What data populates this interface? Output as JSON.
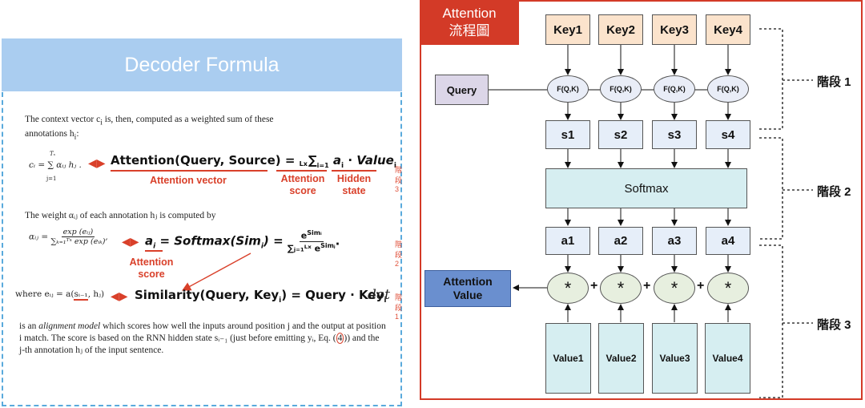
{
  "left": {
    "header_title": "Decoder Formula",
    "para1_line1": "The context vector c",
    "para1_line1_sub": "i",
    "para1_line1_rest": " is, then, computed as a weighted sum of these",
    "para1_line2": "annotations h",
    "para1_line2_sub": "i",
    "para1_line2_end": ":",
    "eq1_lhs": "cᵢ = ∑ αᵢⱼ hⱼ .",
    "eq1_sum_top": "Tₓ",
    "eq1_sum_bot": "j=1",
    "eq1_big": "Attention(Query, Source) = ",
    "eq1_big_sum": "∑",
    "eq1_big_sum_top": "Lx",
    "eq1_big_sum_bot": "i=1",
    "eq1_big_ai": " a",
    "eq1_big_ai_sub": "i",
    "eq1_big_dot": " · ",
    "eq1_big_value": "Value",
    "eq1_big_value_sub": "i",
    "label_attention_vector": "Attention vector",
    "label_attention_score_1a": "Attention",
    "label_attention_score_1b": "score",
    "label_hidden_a": "Hidden",
    "label_hidden_b": "state",
    "stage3_tag": "階段 3",
    "para2": "The weight αᵢⱼ of each annotation hⱼ is computed by",
    "eq2_lhs": "αᵢⱼ =",
    "eq2_num": "exp (eᵢⱼ)",
    "eq2_den": "∑ₖ₌₁ᵀˣ exp (eᵢₖ)",
    "eq2_comma": ",",
    "eq2_big": "a",
    "eq2_big_sub": "i",
    "eq2_big_mid": " = Softmax(Sim",
    "eq2_big_mid_sub": "i",
    "eq2_big_close": ") = ",
    "eq2_big_num": "e",
    "eq2_big_num_sup": "Simᵢ",
    "eq2_big_den": "∑ⱼ₌₁ᴸˣ e",
    "eq2_big_den_sup": "Simⱼ",
    "eq2_period": ".",
    "label_attention_score_2a": "Attention",
    "label_attention_score_2b": "score",
    "stage2_tag": "階段 2",
    "eq3_where": "where eᵢⱼ = a(",
    "eq3_s": "sᵢ₋₁",
    "eq3_h": ", hⱼ)",
    "eq3_big": "Similarity(Query, Key",
    "eq3_big_sub": "i",
    "eq3_big_mid": ") = Query · Key",
    "eq3_big_end_sub": "i",
    "eq3_dot": "dot",
    "stage1_tag": "階段 1",
    "para3_l1a": "is an ",
    "para3_l1_em": "alignment model",
    "para3_l1b": " which scores how well the inputs around position j and the output at position",
    "para3_l2": "i match. The score is based on the RNN hidden state sᵢ₋₁ (just before emitting yᵢ, Eq. (",
    "para3_l2_ref": "4",
    "para3_l2_end": ")) and the",
    "para3_l3": "j-th annotation hⱼ of the input sentence."
  },
  "right": {
    "title_line1": "Attention",
    "title_line2": "流程圖",
    "keys": [
      "Key1",
      "Key2",
      "Key3",
      "Key4"
    ],
    "f_nodes": [
      "F(Q,K)",
      "F(Q,K)",
      "F(Q,K)",
      "F(Q,K)"
    ],
    "query": "Query",
    "s_nodes": [
      "s1",
      "s2",
      "s3",
      "s4"
    ],
    "softmax": "Softmax",
    "a_nodes": [
      "a1",
      "a2",
      "a3",
      "a4"
    ],
    "mul_nodes": [
      "*",
      "*",
      "*",
      "*"
    ],
    "plus": [
      "+",
      "+",
      "+"
    ],
    "attention_value_line1": "Attention",
    "attention_value_line2": "Value",
    "values": [
      "Value1",
      "Value2",
      "Value3",
      "Value4"
    ],
    "stage1": "階段 1",
    "stage2": "階段 2",
    "stage3": "階段 3",
    "colors": {
      "frame": "#d33a27",
      "key_fill": "#fbe3cc",
      "attention_value_fill": "#6a8fcf"
    }
  }
}
